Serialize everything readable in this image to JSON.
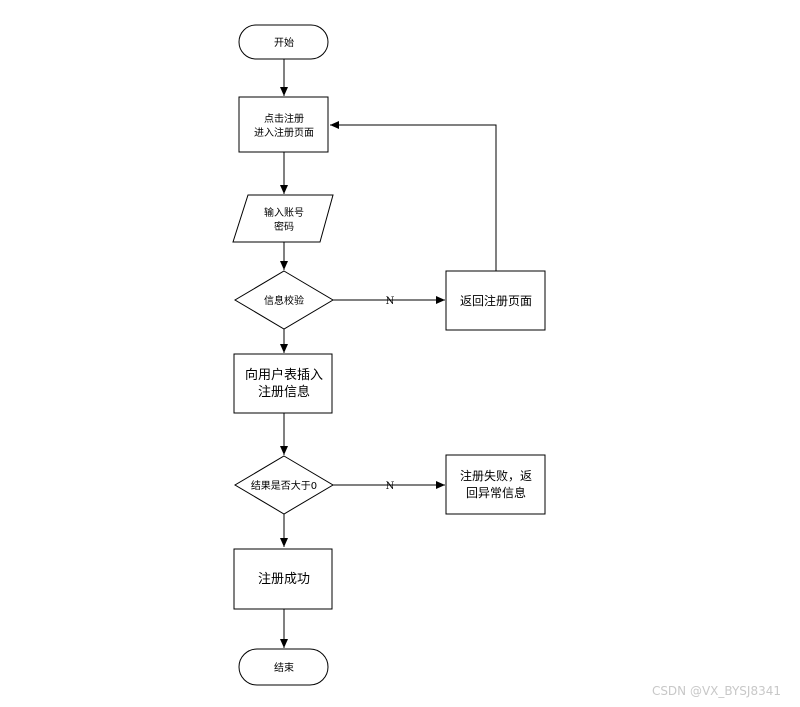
{
  "nodes": {
    "start": "开始",
    "click_register_line1": "点击注册",
    "click_register_line2": "进入注册页面",
    "input_line1": "输入账号",
    "input_line2": "密码",
    "validate": "信息校验",
    "return_page": "返回注册页面",
    "insert_line1": "向用户表插入",
    "insert_line2": "注册信息",
    "check_result": "结果是否大于0",
    "fail_line1": "注册失败，返",
    "fail_line2": "回异常信息",
    "success": "注册成功",
    "end": "结束"
  },
  "edges": {
    "validate_no": "N",
    "result_no": "N"
  },
  "watermark": "CSDN @VX_BYSJ8341"
}
